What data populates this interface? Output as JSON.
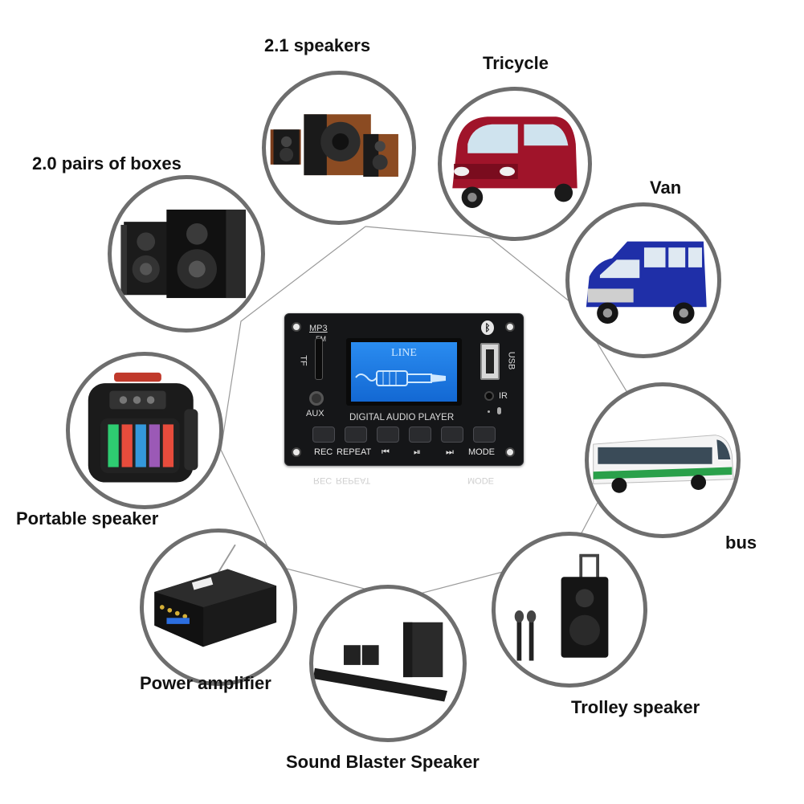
{
  "labels": {
    "speakers_21": "2.1 speakers",
    "tricycle": "Tricycle",
    "pairs_20": "2.0 pairs of boxes",
    "van": "Van",
    "portable": "Portable speaker",
    "bus": "bus",
    "power_amp": "Power amplifier",
    "trolley": "Trolley speaker",
    "soundbar": "Sound Blaster Speaker"
  },
  "module": {
    "mp3": "MP3",
    "fm": "FM",
    "tf": "TF",
    "aux": "AUX",
    "usb": "USB",
    "ir": "IR",
    "lcd_text": "LINE",
    "title": "DIGITAL AUDIO PLAYER",
    "buttons": {
      "rec": "REC",
      "repeat": "REPEAT",
      "prev": "⏮",
      "play": "⏯",
      "next": "⏭",
      "mode": "MODE"
    },
    "bluetooth_icon": "bluetooth-icon",
    "mic_icon": "microphone-icon"
  },
  "colors": {
    "circle_border": "#6e6e6e",
    "lcd_blue": "#1f7ae6",
    "tricycle_red": "#a0142a",
    "van_blue": "#1f2fa8",
    "bus_green": "#2aa04a"
  }
}
